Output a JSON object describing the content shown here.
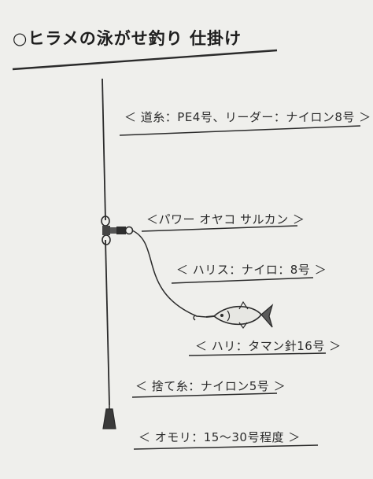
{
  "title": "○ヒラメの泳がせ釣り 仕掛け",
  "labels": {
    "main_line": "＜ 道糸：PE4号、リーダー：ナイロン8号 ＞",
    "swivel": "＜パワー オヤコ サルカン ＞",
    "harisu": "＜ ハリス：ナイロ：8号 ＞",
    "hook": "＜ ハリ：タマン針16号 ＞",
    "sute_ito": "＜ 捨て糸：ナイロン5号 ＞",
    "sinker": "＜ オモリ：15～30号程度 ＞"
  },
  "colors": {
    "paper": "#efefec",
    "ink": "#2b2b2b"
  },
  "icons": {
    "swivel": "three-way-swivel-icon",
    "bait_fish": "fish-icon",
    "sinker": "sinker-icon"
  }
}
